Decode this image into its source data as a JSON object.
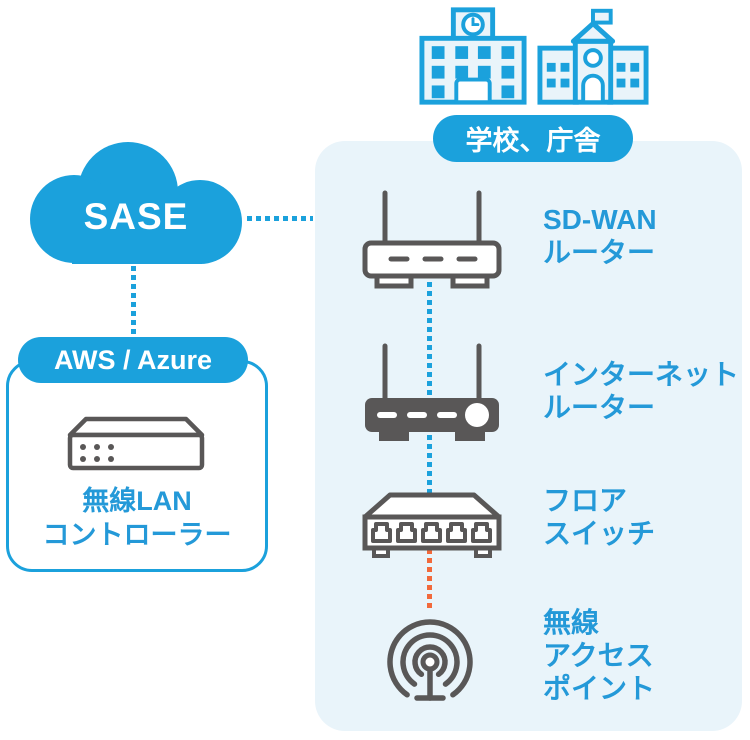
{
  "colors": {
    "brand_blue": "#1ba1dc",
    "label_blue": "#2499d8",
    "panel_bg": "#e9f4fa",
    "device_gray": "#595757",
    "orange": "#f2693b",
    "white": "#ffffff"
  },
  "cloud": {
    "label": "SASE"
  },
  "aws": {
    "badge": "AWS / Azure",
    "controller_lines": [
      "無線LAN",
      "コントローラー"
    ]
  },
  "site": {
    "badge": "学校、庁舎",
    "devices": [
      {
        "id": "sd-wan-router",
        "lines": [
          "SD-WAN",
          "ルーター"
        ]
      },
      {
        "id": "internet-router",
        "lines": [
          "インターネット",
          "ルーター"
        ]
      },
      {
        "id": "floor-switch",
        "lines": [
          "フロア",
          "スイッチ"
        ]
      },
      {
        "id": "wireless-access-point",
        "lines": [
          "無線",
          "アクセス",
          "ポイント"
        ]
      }
    ]
  }
}
